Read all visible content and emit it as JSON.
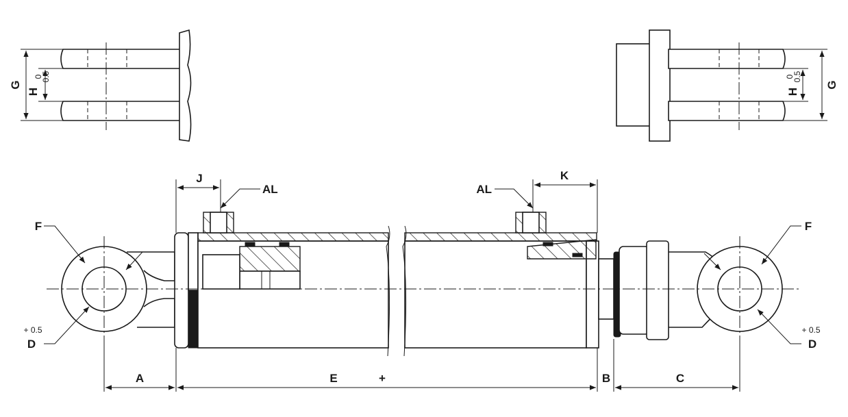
{
  "labels": {
    "A": "A",
    "B": "B",
    "C": "C",
    "D": "D",
    "E": "E",
    "E_plus": "+",
    "F": "F",
    "G": "G",
    "H": "H",
    "H_tol_upper": "0",
    "H_tol_lower": "0.5",
    "J": "J",
    "K": "K",
    "AL": "AL",
    "D_tol": "+ 0.5"
  }
}
